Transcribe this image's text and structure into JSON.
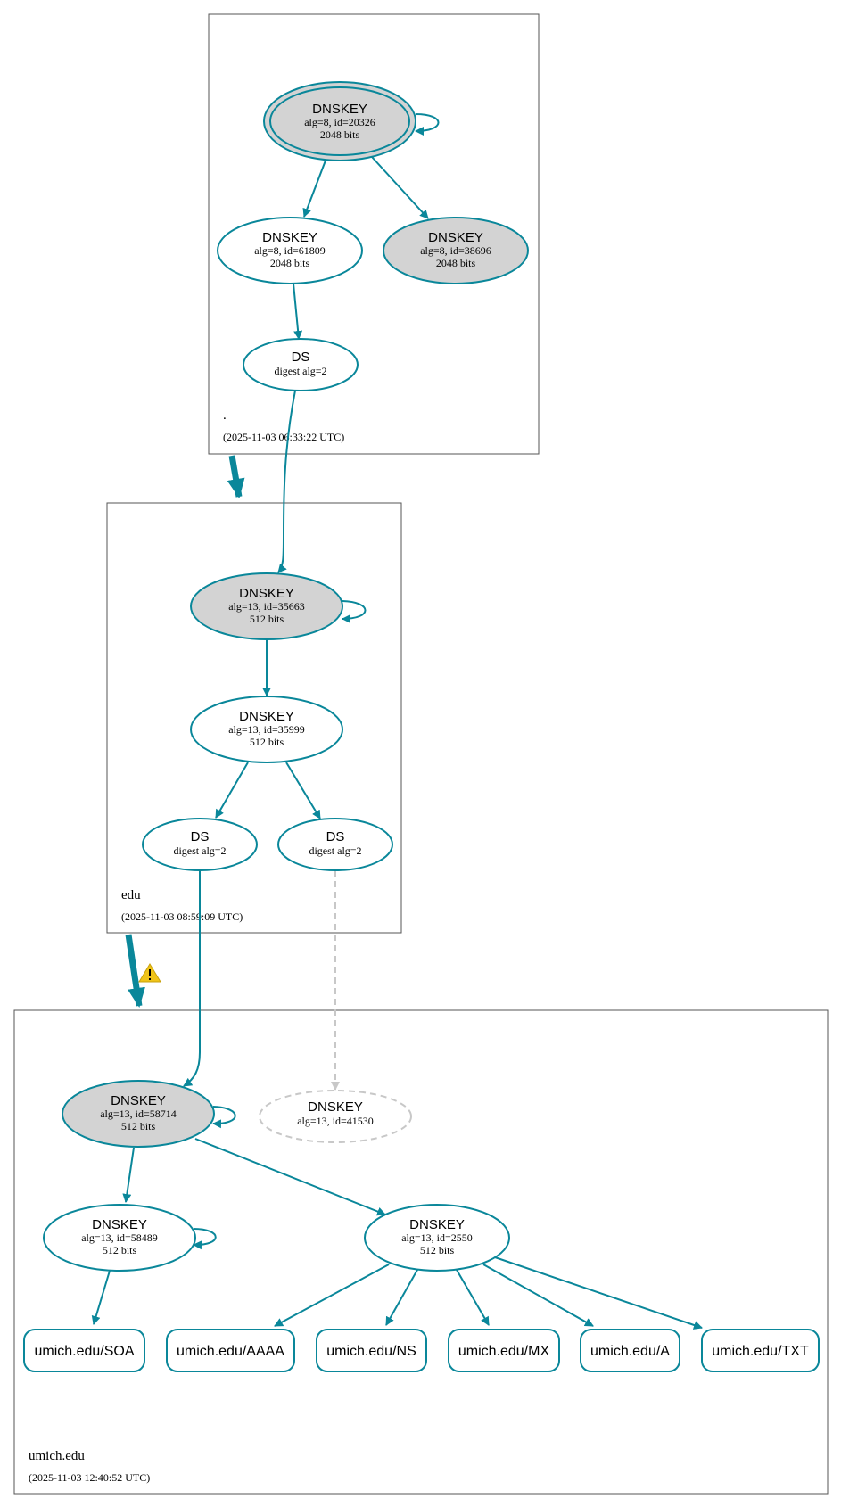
{
  "zones": {
    "root": {
      "name": ".",
      "timestamp": "(2025-11-03 06:33:22 UTC)"
    },
    "edu": {
      "name": "edu",
      "timestamp": "(2025-11-03 08:59:09 UTC)"
    },
    "umich": {
      "name": "umich.edu",
      "timestamp": "(2025-11-03 12:40:52 UTC)"
    }
  },
  "nodes": {
    "root_ksk": {
      "type": "DNSKEY",
      "line1": "alg=8, id=20326",
      "line2": "2048 bits",
      "fill": "sep",
      "trust_anchor": true
    },
    "root_zsk": {
      "type": "DNSKEY",
      "line1": "alg=8, id=61809",
      "line2": "2048 bits",
      "fill": "plain"
    },
    "root_k3": {
      "type": "DNSKEY",
      "line1": "alg=8, id=38696",
      "line2": "2048 bits",
      "fill": "sep"
    },
    "root_ds": {
      "type": "DS",
      "line1": "digest alg=2"
    },
    "edu_ksk": {
      "type": "DNSKEY",
      "line1": "alg=13, id=35663",
      "line2": "512 bits",
      "fill": "sep"
    },
    "edu_zsk": {
      "type": "DNSKEY",
      "line1": "alg=13, id=35999",
      "line2": "512 bits",
      "fill": "plain"
    },
    "edu_ds1": {
      "type": "DS",
      "line1": "digest alg=2"
    },
    "edu_ds2": {
      "type": "DS",
      "line1": "digest alg=2"
    },
    "um_ksk": {
      "type": "DNSKEY",
      "line1": "alg=13, id=58714",
      "line2": "512 bits",
      "fill": "sep"
    },
    "um_missing": {
      "type": "DNSKEY",
      "line1": "alg=13, id=41530",
      "status": "missing"
    },
    "um_k2": {
      "type": "DNSKEY",
      "line1": "alg=13, id=58489",
      "line2": "512 bits",
      "fill": "plain"
    },
    "um_zsk": {
      "type": "DNSKEY",
      "line1": "alg=13, id=2550",
      "line2": "512 bits",
      "fill": "plain"
    }
  },
  "rrsets": [
    "umich.edu/SOA",
    "umich.edu/AAAA",
    "umich.edu/NS",
    "umich.edu/MX",
    "umich.edu/A",
    "umich.edu/TXT"
  ],
  "warning_icon": "warning-triangle-icon",
  "colors": {
    "edge": "#0a879a",
    "sep_fill": "#d3d3d3",
    "missing": "#c8c8c8",
    "warning": "#f0c419"
  }
}
